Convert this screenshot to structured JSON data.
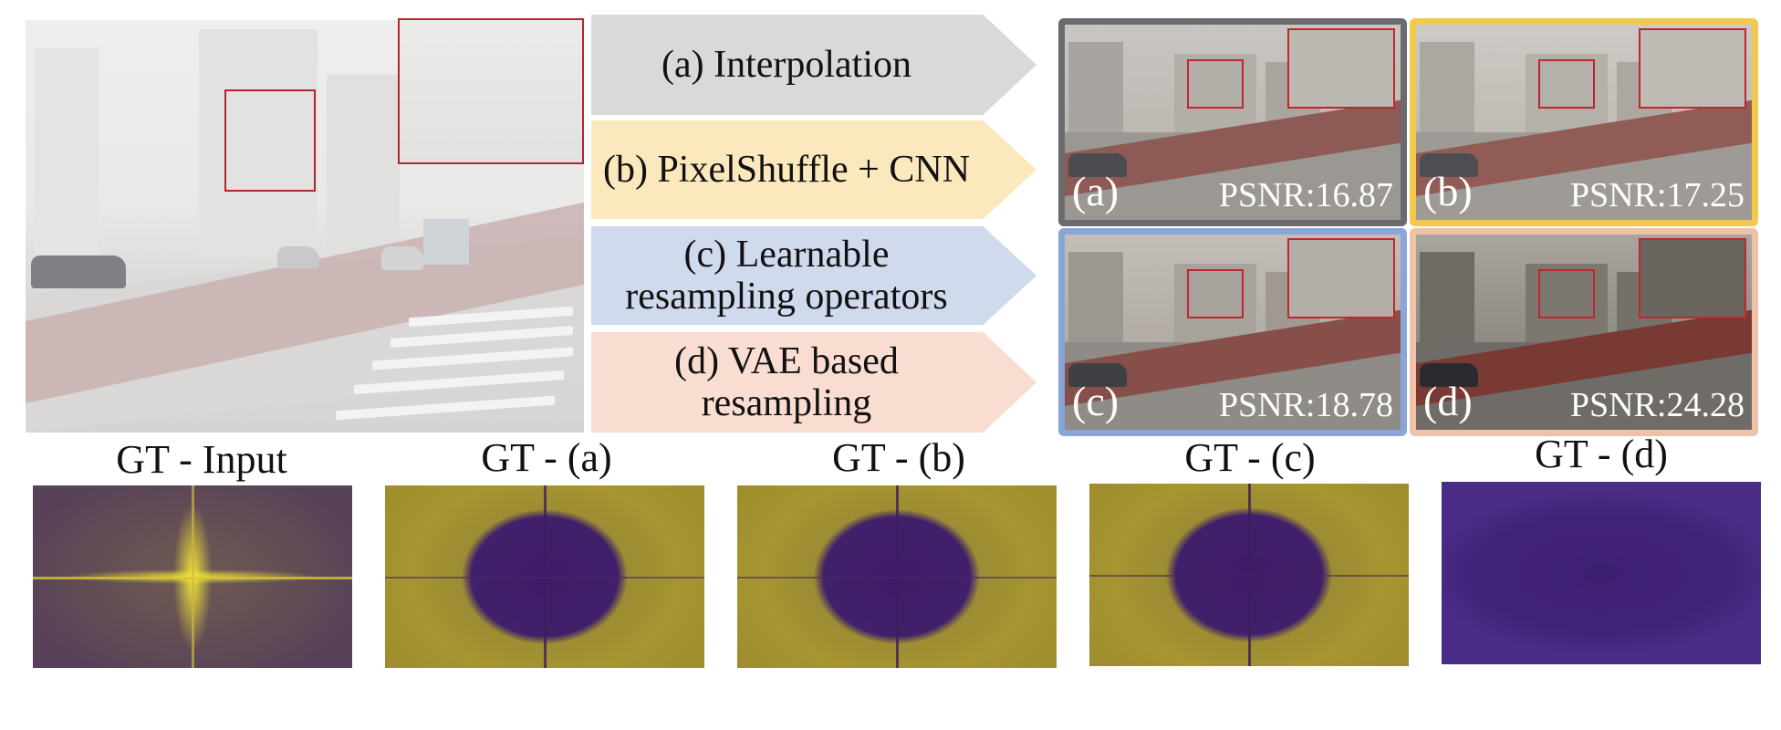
{
  "methods": [
    {
      "letter": "(a)",
      "label": "(a) Interpolation",
      "psnr_text": "PSNR:16.87",
      "psnr": 16.87,
      "border_color": "#6b6a6c",
      "fill_color": "#d9d8da"
    },
    {
      "letter": "(b)",
      "label": "(b) PixelShuffle + CNN",
      "psnr_text": "PSNR:17.25",
      "psnr": 17.25,
      "border_color": "#f2c94c",
      "fill_color": "#fbe9bd"
    },
    {
      "letter": "(c)",
      "label": "(c) Learnable resampling operators",
      "psnr_text": "PSNR:18.78",
      "psnr": 18.78,
      "border_color": "#8aa6d8",
      "fill_color": "#cfdaed"
    },
    {
      "letter": "(d)",
      "label": "(d) VAE based resampling",
      "psnr_text": "PSNR:24.28",
      "psnr": 24.28,
      "border_color": "#efc2a8",
      "fill_color": "#f8ddd0"
    }
  ],
  "spectra": [
    {
      "caption": "GT - Input"
    },
    {
      "caption": "GT - (a)"
    },
    {
      "caption": "GT - (b)"
    },
    {
      "caption": "GT - (c)"
    },
    {
      "caption": "GT - (d)"
    }
  ],
  "colors": {
    "roi_box": "#b3262d",
    "spectrum_dark": "#40206a",
    "spectrum_bright": "#e8d83a"
  }
}
